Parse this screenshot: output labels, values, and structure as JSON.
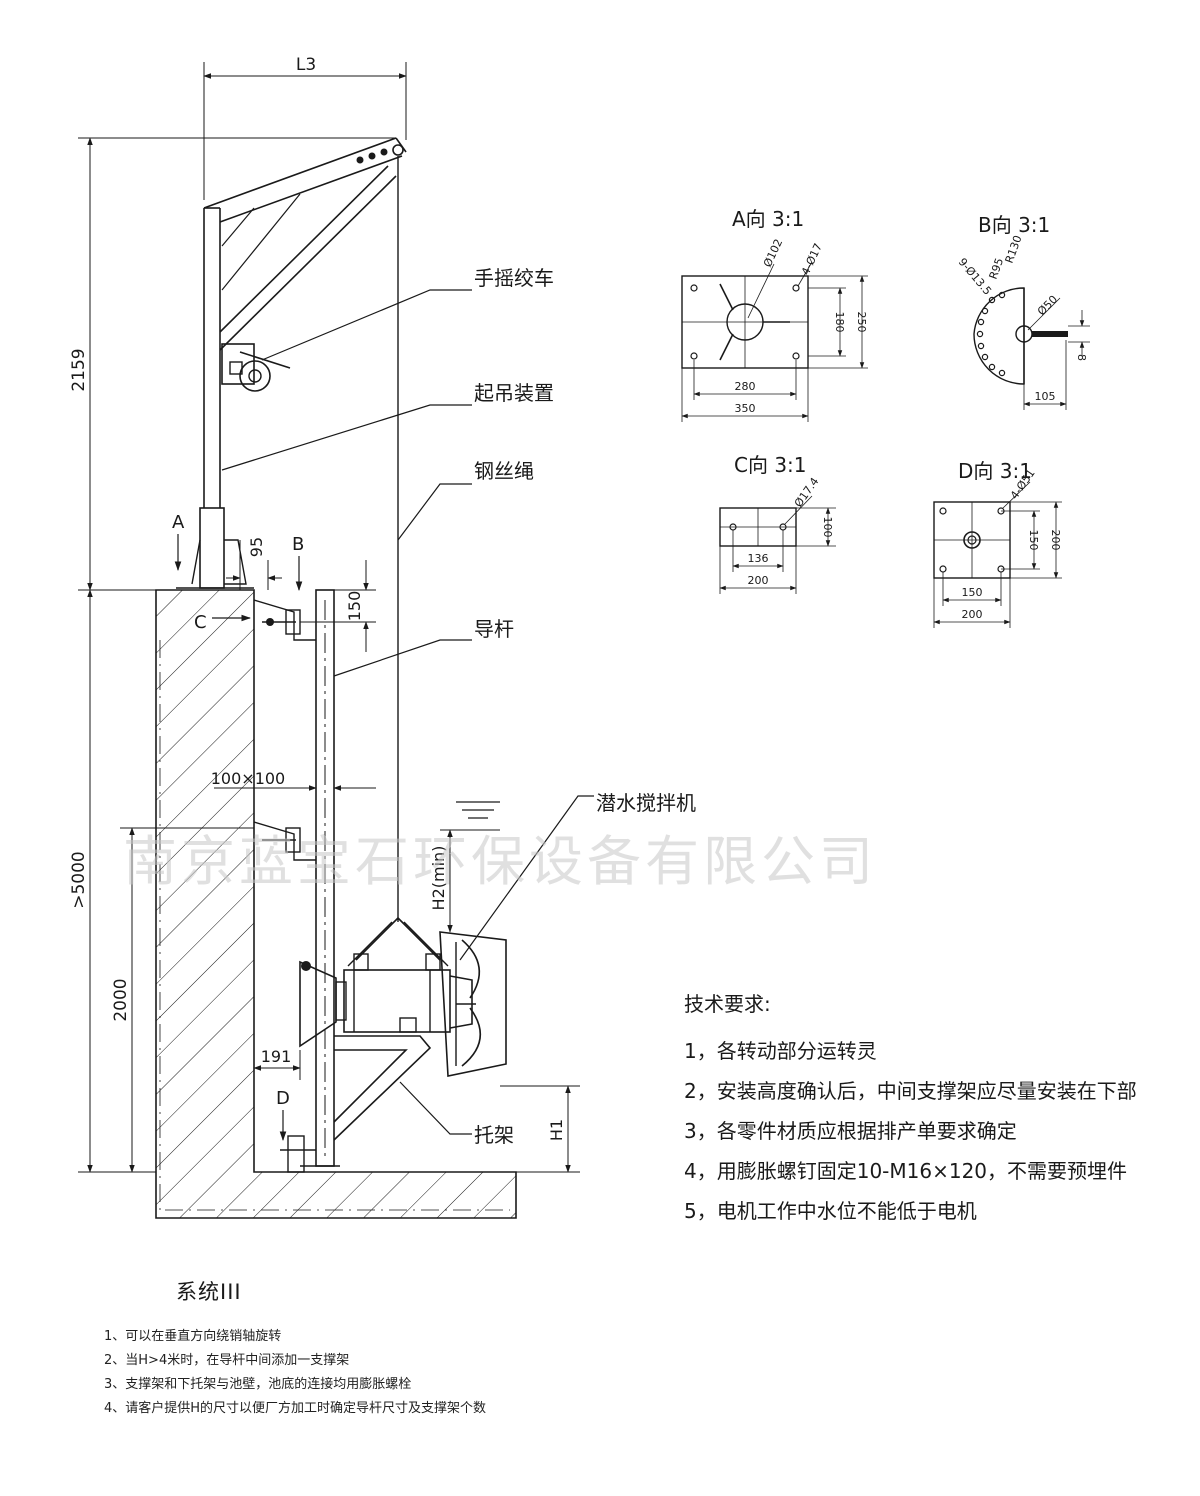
{
  "labels": {
    "winch": "手摇绞车",
    "hoist": "起吊装置",
    "rope": "钢丝绳",
    "guide_rod": "导杆",
    "mixer": "潜水搅拌机",
    "bracket": "托架"
  },
  "dimensions": {
    "l3": "L3",
    "h_top": "2159",
    "h_total": ">5000",
    "h_low": "2000",
    "d95": "95",
    "d150": "150",
    "tube": "100×100",
    "d191": "191",
    "h2": "H2(min)",
    "h1": "H1"
  },
  "view_markers": {
    "a": "A",
    "b": "B",
    "c": "C",
    "d": "D"
  },
  "views": {
    "a": {
      "title": "A向 3:1",
      "d102": "Ø102",
      "holes": "4-Ø17",
      "w280": "280",
      "w350": "350",
      "h180": "180",
      "h250": "250"
    },
    "b": {
      "title": "B向 3:1",
      "holes": "9-Ø13.5",
      "r95": "R95",
      "r130": "R130",
      "d50": "Ø50",
      "t8": "8",
      "w105": "105"
    },
    "c": {
      "title": "C向 3:1",
      "hole": "Ø17.4",
      "h100": "100",
      "w136": "136",
      "w200": "200"
    },
    "d": {
      "title": "D向 3:1",
      "holes": "4-Ø51",
      "h150": "150",
      "h200": "200",
      "w150": "150",
      "w200": "200"
    }
  },
  "watermark": "南京蓝宝石环保设备有限公司",
  "tech": {
    "title": "技术要求:",
    "items": [
      "1，各转动部分运转灵",
      "2，安装高度确认后，中间支撑架应尽量安装在下部",
      "3，各零件材质应根据排产单要求确定",
      "4，用膨胀螺钉固定10-M16×120，不需要预埋件",
      "5，电机工作中水位不能低于电机"
    ]
  },
  "system_title": "系统III",
  "notes": [
    "1、可以在垂直方向绕销轴旋转",
    "2、当H>4米时，在导杆中间添加一支撑架",
    "3、支撑架和下托架与池壁，池底的连接均用膨胀螺栓",
    "4、请客户提供H的尺寸以便厂方加工时确定导杆尺寸及支撑架个数"
  ],
  "colors": {
    "ink": "#1a1a1a",
    "watermark": "#c8c8c8",
    "background": "#ffffff"
  }
}
